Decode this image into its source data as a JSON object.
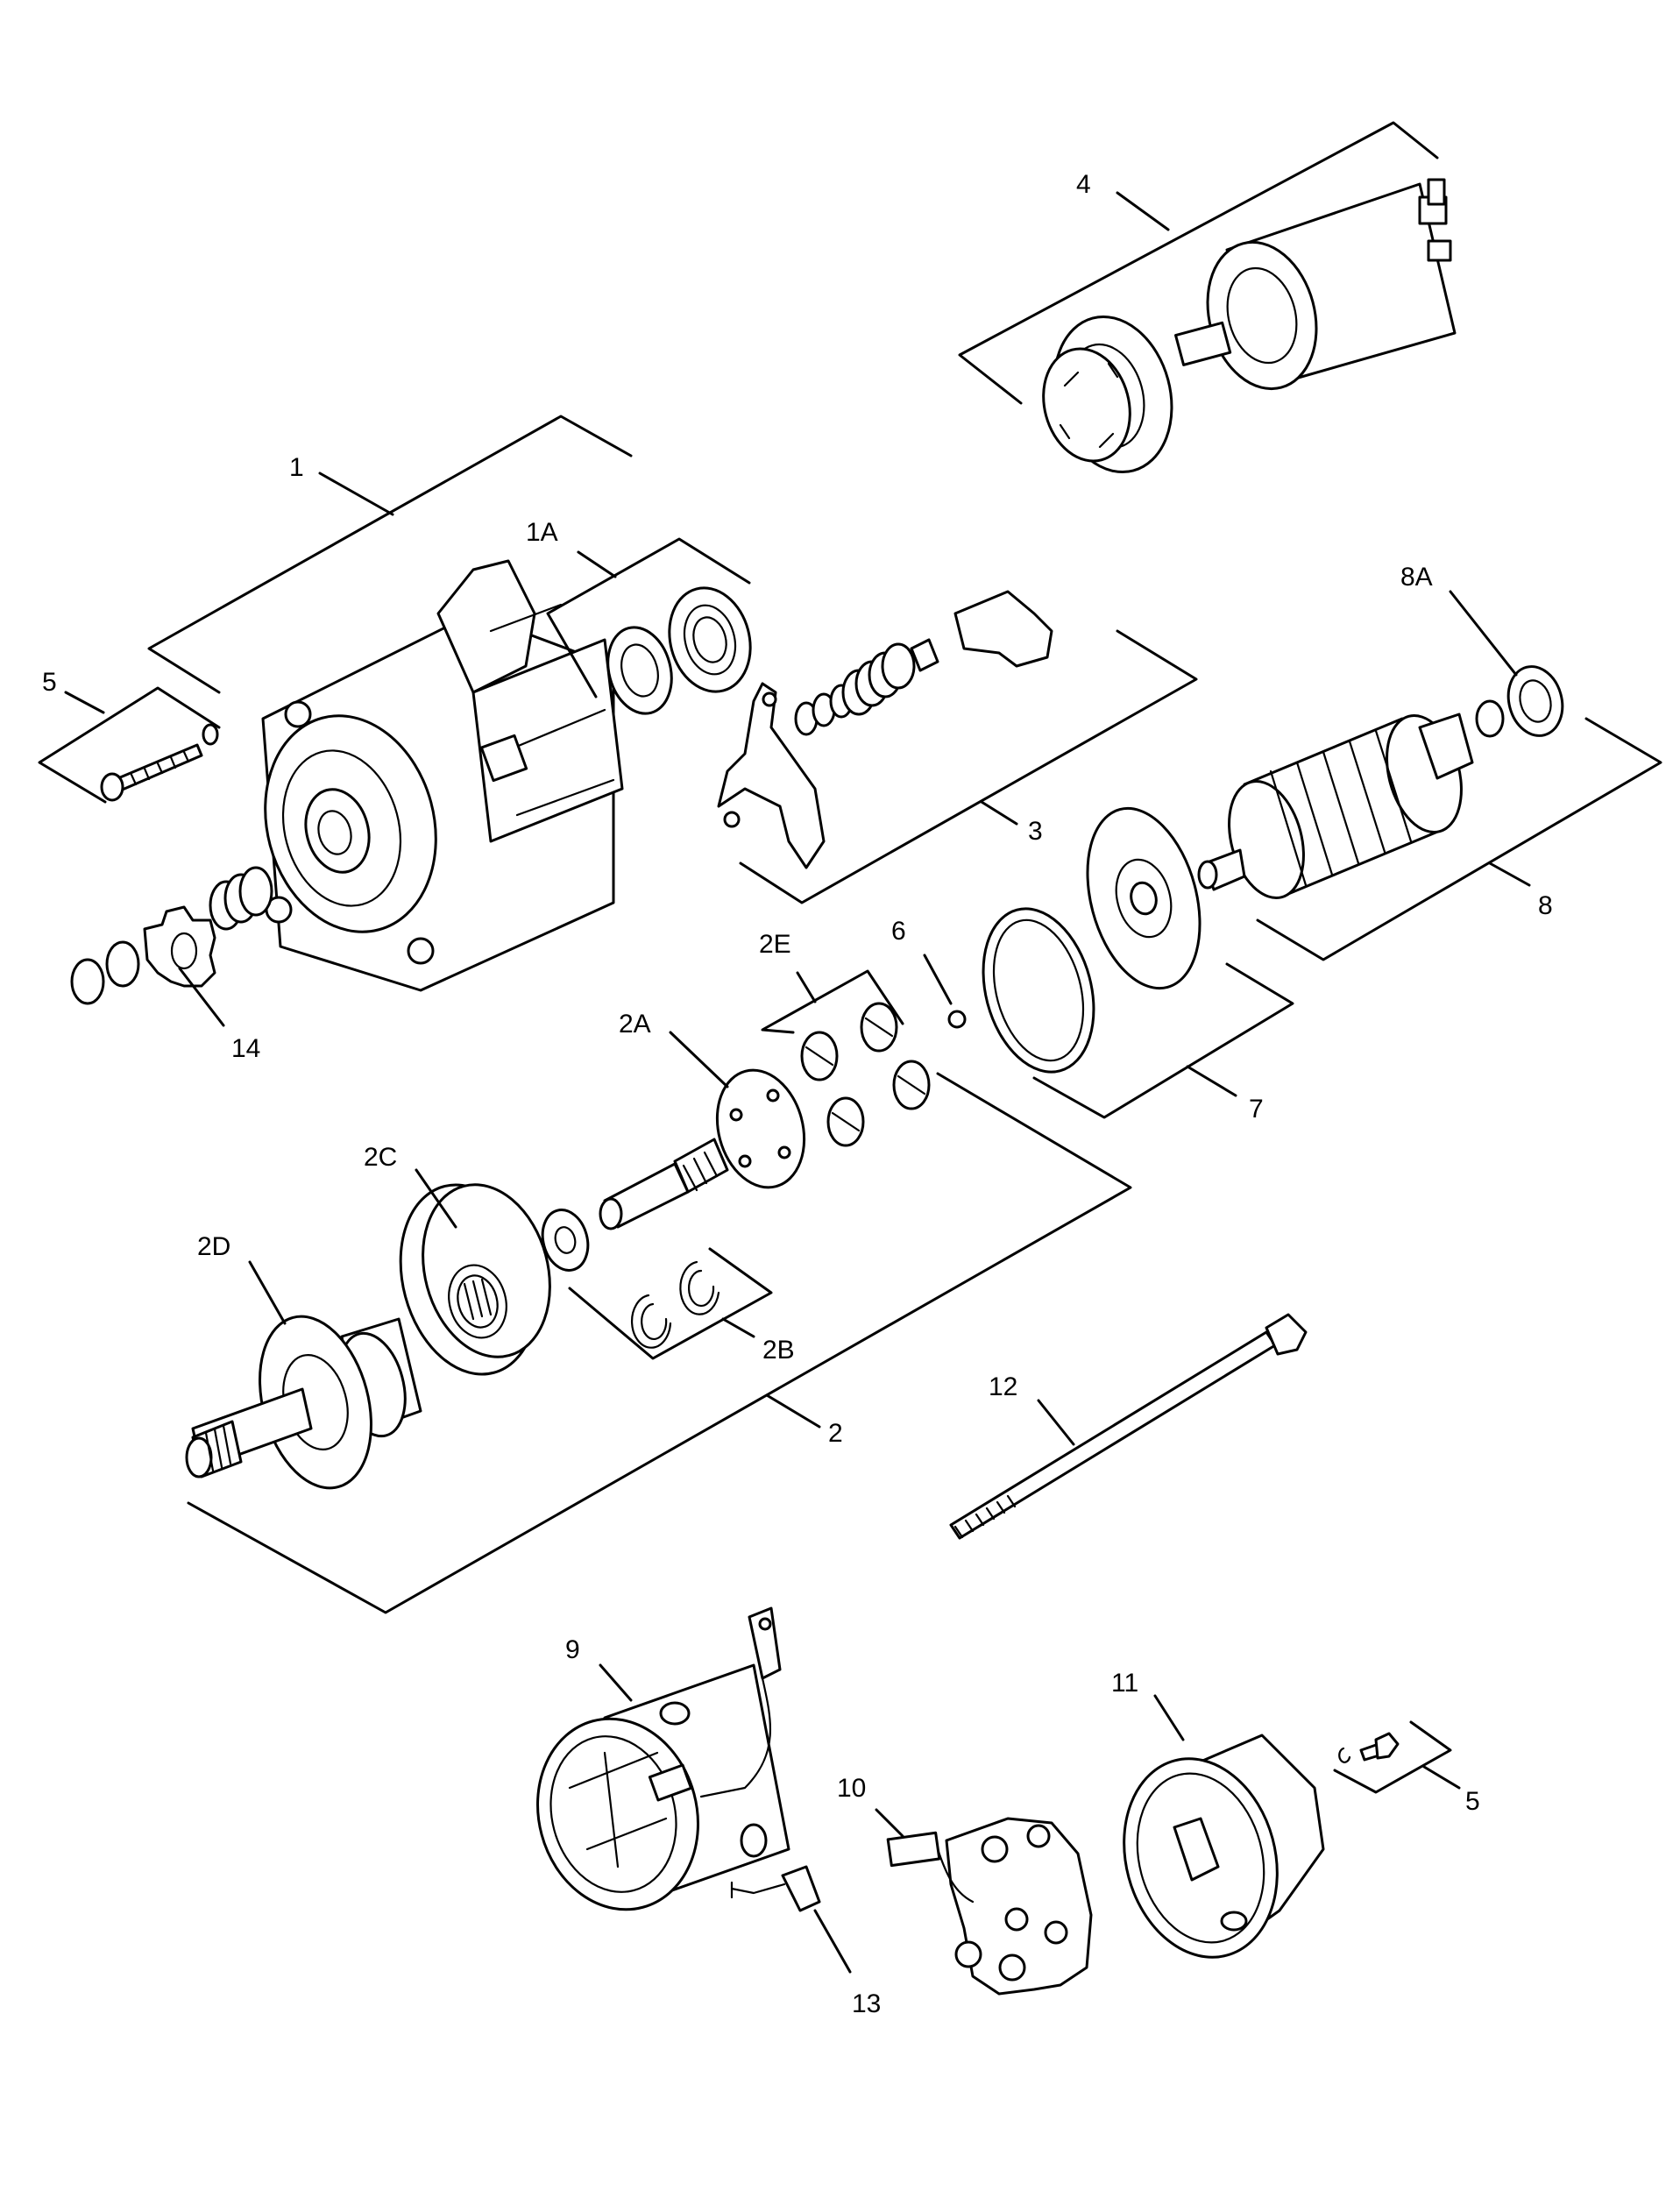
{
  "callouts": {
    "c1": "1",
    "c1A": "1A",
    "c2": "2",
    "c2A": "2A",
    "c2B": "2B",
    "c2C": "2C",
    "c2D": "2D",
    "c2E": "2E",
    "c3": "3",
    "c4": "4",
    "c5_top": "5",
    "c5_bottom": "5",
    "c6": "6",
    "c7": "7",
    "c8": "8",
    "c8A": "8A",
    "c9": "9",
    "c10": "10",
    "c11": "11",
    "c12": "12",
    "c13": "13",
    "c14": "14"
  }
}
